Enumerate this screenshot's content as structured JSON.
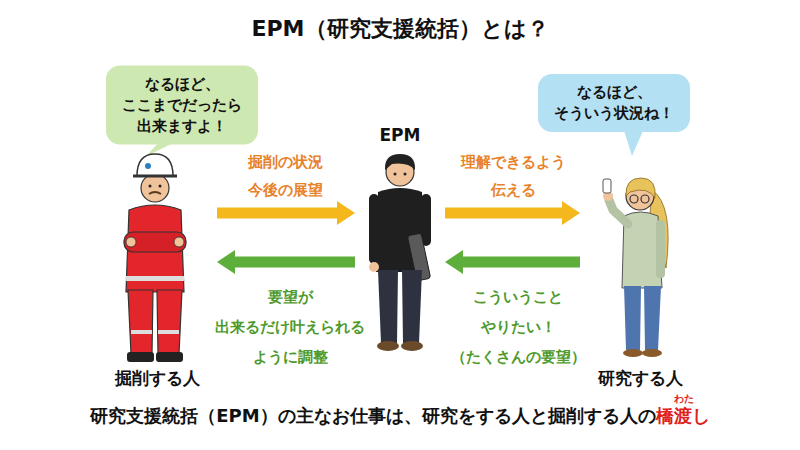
{
  "diagram": {
    "title": "EPM（研究支援統括）とは？",
    "caption": "研究支援統括（EPM）の主なお仕事は、研究をする人と掘削する人の",
    "nodes": [
      {
        "text": [
          "なるほど、 ここまでだったら 出来ますよ！"
        ]
      },
      {
        "text": [
          "なるほど、 そういう状況ね！"
        ]
      },
      {
        "text": [
          "掘削する人"
        ]
      },
      {
        "text": [
          "EPM"
        ]
      },
      {
        "text": [
          "研究する人"
        ]
      }
    ],
    "edges": [
      {
        "from": 2,
        "to": 3,
        "arrow": "to",
        "label": "掘削の状況 今後の展望"
      },
      {
        "from": 3,
        "to": 4,
        "arrow": "to",
        "label": "理解できるよう 伝える"
      },
      {
        "from": 4,
        "to": 3,
        "arrow": "to",
        "label": "こういうこと やりたい！ （たくさんの要望）"
      },
      {
        "from": 3,
        "to": 2,
        "arrow": "to",
        "label": "要望が 出来るだけ叶えられる ように調整"
      }
    ],
    "labels": [
      "橋渡し",
      "わた"
    ]
  }
}
